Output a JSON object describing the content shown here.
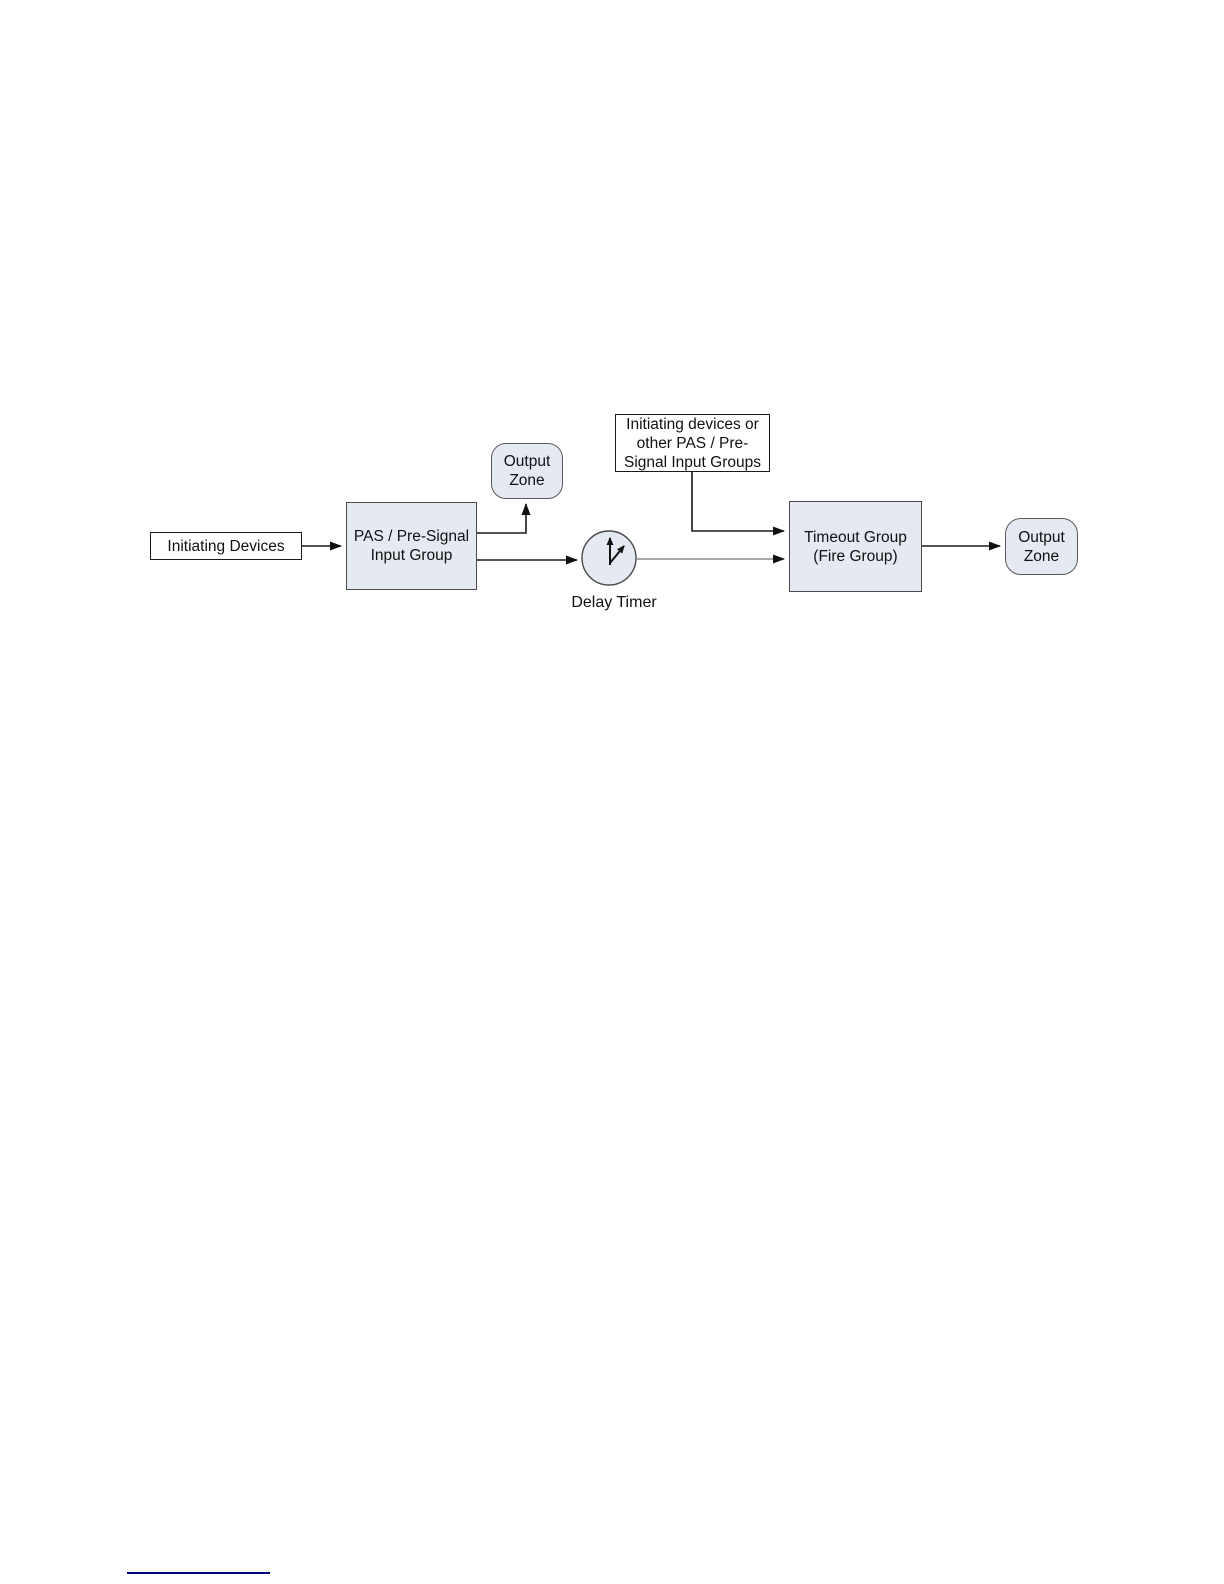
{
  "diagram": {
    "nodes": {
      "initiating_devices": {
        "label": "Initiating Devices"
      },
      "pas_input_group": {
        "label": "PAS / Pre-Signal\nInput Group"
      },
      "output_zone_top": {
        "label": "Output\nZone"
      },
      "external_inputs_note": {
        "label": "Initiating devices or\nother PAS / Pre-\nSignal Input Groups"
      },
      "delay_timer": {
        "label": "Delay Timer"
      },
      "timeout_group": {
        "label": "Timeout Group\n(Fire Group)"
      },
      "output_zone_right": {
        "label": "Output\nZone"
      }
    },
    "colors": {
      "node_fill": "#e4e9f2",
      "node_border": "#4a4a4a",
      "plain_box_border": "#1a1a1a",
      "connector": "#1a1a1a",
      "connector_faded": "#8c8c8c",
      "footnote_rule": "#00007f"
    }
  }
}
